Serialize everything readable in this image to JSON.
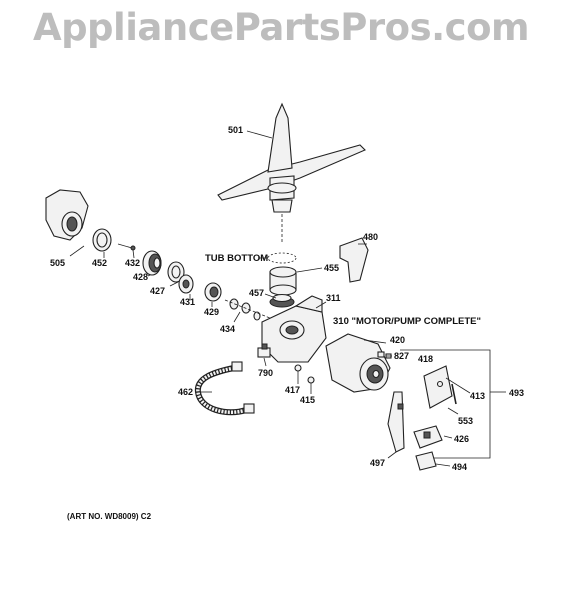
{
  "watermark": "AppliancePartsPros.com",
  "art_number": "(ART NO. WD8009) C2",
  "labels": {
    "p501": "501",
    "tub_bottom": "TUB BOTTOM",
    "p480": "480",
    "p455": "455",
    "p505": "505",
    "p452": "452",
    "p432": "432",
    "p428": "428",
    "p427": "427",
    "p431": "431",
    "p429": "429",
    "p457": "457",
    "p311": "311",
    "motor_pump": "310 \"MOTOR/PUMP COMPLETE\"",
    "p434": "434",
    "p420": "420",
    "p827": "827",
    "p418": "418",
    "p413": "413",
    "p493": "493",
    "p790": "790",
    "p417": "417",
    "p415": "415",
    "p462": "462",
    "p553": "553",
    "p426": "426",
    "p497": "497",
    "p494": "494"
  }
}
